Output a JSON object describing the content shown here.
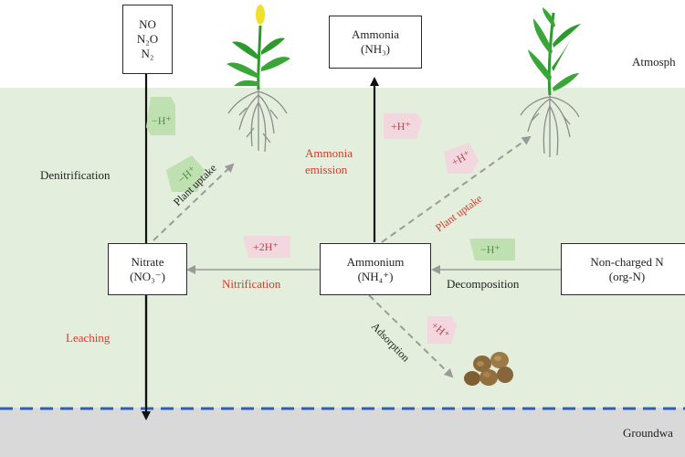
{
  "zones": {
    "atmosphere_label": "Atmosph",
    "groundwater_label": "Groundwa"
  },
  "boxes": {
    "nox": {
      "line1": "NO",
      "line2": "N₂O",
      "line3": "N₂"
    },
    "ammonia_gas": {
      "line1": "Ammonia",
      "line2": "(NH₃)"
    },
    "nitrate": {
      "line1": "Nitrate",
      "line2": "(NO₃⁻)"
    },
    "ammonium": {
      "line1": "Ammonium",
      "line2": "(NH₄⁺)"
    },
    "org_n": {
      "line1": "Non-charged N",
      "line2": "(org-N)"
    }
  },
  "processes": {
    "denitrification": "Denitrification",
    "ammonia_emission_1": "Ammonia",
    "ammonia_emission_2": "emission",
    "plant_uptake_left": "Plant uptake",
    "plant_uptake_right": "Plant uptake",
    "nitrification": "Nitrification",
    "decomposition": "Decomposition",
    "leaching": "Leaching",
    "adsorption": "Adsorption"
  },
  "proton_tags": {
    "denitrification": "−H⁺",
    "plant_uptake_nitrate": "−H⁺",
    "ammonia_emission": "+H⁺",
    "plant_uptake_ammonium": "+H⁺",
    "nitrification": "+2H⁺",
    "decomposition": "−H⁺",
    "adsorption": "+H⁺"
  },
  "colors": {
    "soil": "#e3efdc",
    "groundwater": "#d9d9d9",
    "water_table": "#2f5fb3",
    "process_red": "#d63b2e",
    "tag_green": "#bfe0b0",
    "tag_pink": "#f2d7df",
    "plant_green": "#2e9a2e"
  }
}
